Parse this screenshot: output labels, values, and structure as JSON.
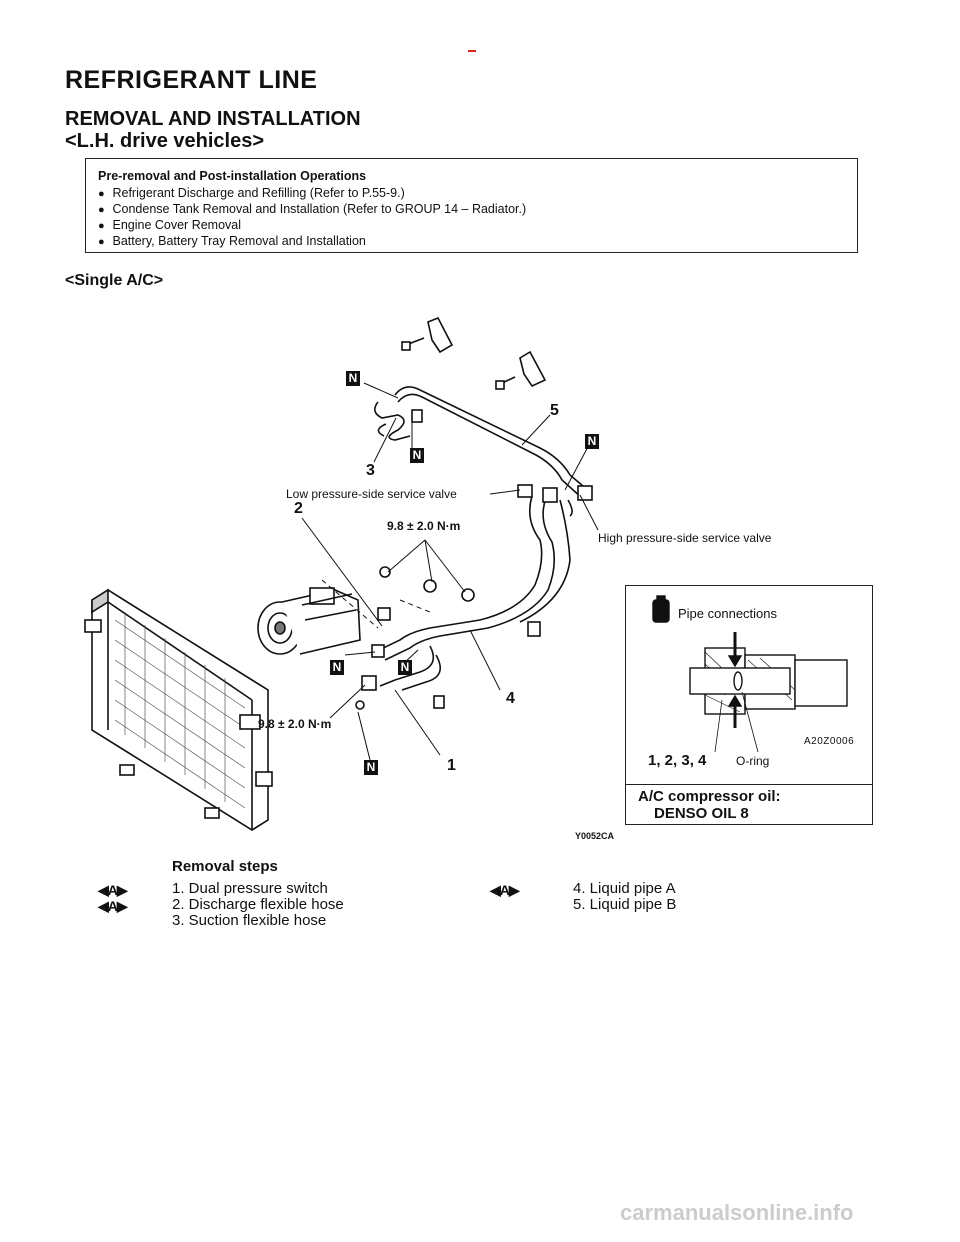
{
  "header": {
    "title": "REFRIGERANT LINE",
    "subtitle": "REMOVAL AND INSTALLATION",
    "vehicle": "<L.H. drive vehicles>"
  },
  "pre_operations": {
    "heading": "Pre-removal and Post-installation Operations",
    "items": [
      "Refrigerant Discharge and Refilling  (Refer to P.55-9.)",
      "Condense Tank Removal and Installation  (Refer to GROUP 14 – Radiator.)",
      "Engine Cover Removal",
      "Battery, Battery Tray Removal and Installation"
    ]
  },
  "section_label": "<Single A/C>",
  "diagram": {
    "callouts": {
      "low_valve": "Low pressure-side service valve",
      "high_valve": "High pressure-side service valve",
      "torque_top": "9.8 ± 2.0 N·m",
      "torque_bottom": "9.8 ± 2.0 N·m",
      "n_badge": "N",
      "num1": "1",
      "num2": "2",
      "num3": "3",
      "num4": "4",
      "num5": "5",
      "figure_code": "Y0052CA"
    },
    "inset": {
      "title": "Pipe connections",
      "code": "A20Z0006",
      "parts": "1, 2, 3, 4",
      "oring": "O-ring",
      "oil_line1": "A/C compressor oil:",
      "oil_line2": "DENSO OIL 8"
    }
  },
  "removal_steps": {
    "heading": "Removal steps",
    "marker": "◀A▶",
    "left": [
      "1. Dual pressure switch",
      "2. Discharge flexible hose",
      "3. Suction flexible hose"
    ],
    "right": [
      "4. Liquid pipe A",
      "5. Liquid pipe B"
    ]
  },
  "footer": "carmanualsonline.info"
}
